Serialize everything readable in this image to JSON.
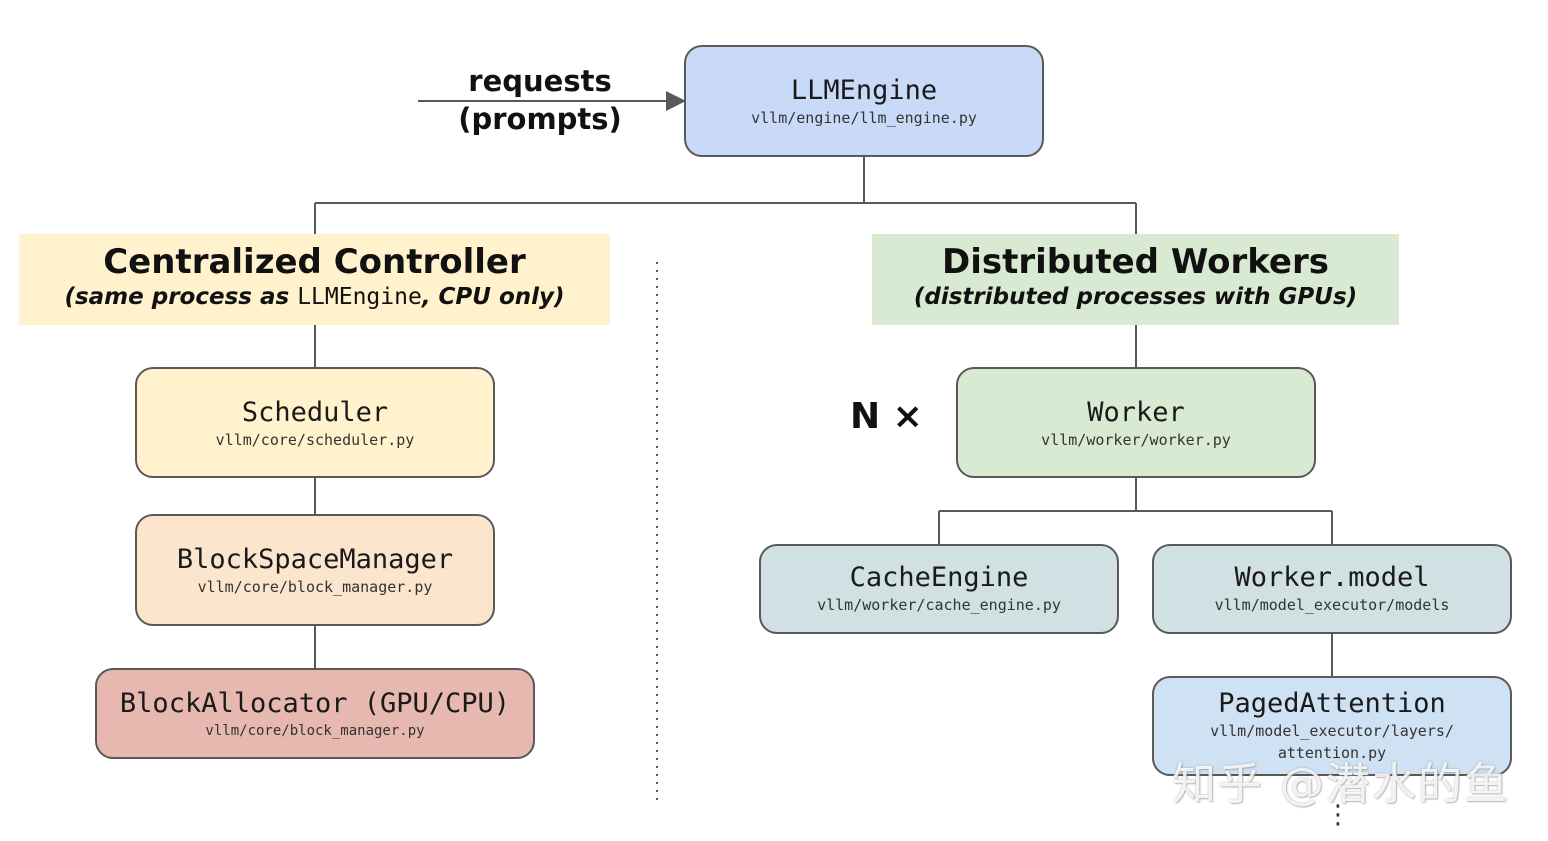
{
  "request_label": {
    "line1": "requests",
    "line2": "(prompts)"
  },
  "nodes": {
    "llm_engine": {
      "title": "LLMEngine",
      "path": "vllm/engine/llm_engine.py",
      "color": "#c9daf8"
    },
    "scheduler": {
      "title": "Scheduler",
      "path": "vllm/core/scheduler.py",
      "color": "#fff2cc"
    },
    "block_space_manager": {
      "title": "BlockSpaceManager",
      "path": "vllm/core/block_manager.py",
      "color": "#fce5cd"
    },
    "block_allocator": {
      "title": "BlockAllocator (GPU/CPU)",
      "path": "vllm/core/block_manager.py",
      "color": "#e6b8af"
    },
    "worker": {
      "title": "Worker",
      "path": "vllm/worker/worker.py",
      "color": "#d9ead3"
    },
    "cache_engine": {
      "title": "CacheEngine",
      "path": "vllm/worker/cache_engine.py",
      "color": "#d0e0e3"
    },
    "worker_model": {
      "title": "Worker.model",
      "path": "vllm/model_executor/models",
      "color": "#d0e0e3"
    },
    "paged_attention": {
      "title": "PagedAttention",
      "path_line1": "vllm/model_executor/layers/",
      "path_line2": "attention.py",
      "color": "#cfe2f3"
    }
  },
  "sections": {
    "controller": {
      "heading": "Centralized Controller",
      "sub_pre": "(same process as ",
      "sub_mono": "LLMEngine",
      "sub_post": ", CPU only)",
      "color": "#fff2cc"
    },
    "workers": {
      "heading": "Distributed Workers",
      "sub": "(distributed processes with GPUs)",
      "color": "#d9ead3"
    }
  },
  "n_multiplier": "N ×",
  "more_indicator": "⋮",
  "watermark": "知乎 @潜水的鱼",
  "colors": {
    "line": "#595959",
    "border": "#595959"
  }
}
